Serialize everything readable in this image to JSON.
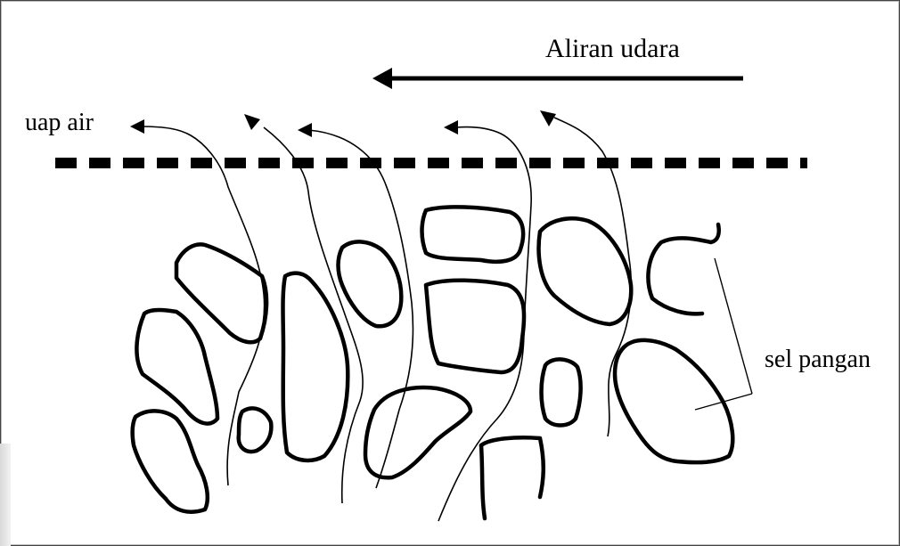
{
  "diagram": {
    "labels": {
      "air_flow": "Aliran udara",
      "water_vapor": "uap air",
      "food_cell": "sel pangan"
    }
  }
}
